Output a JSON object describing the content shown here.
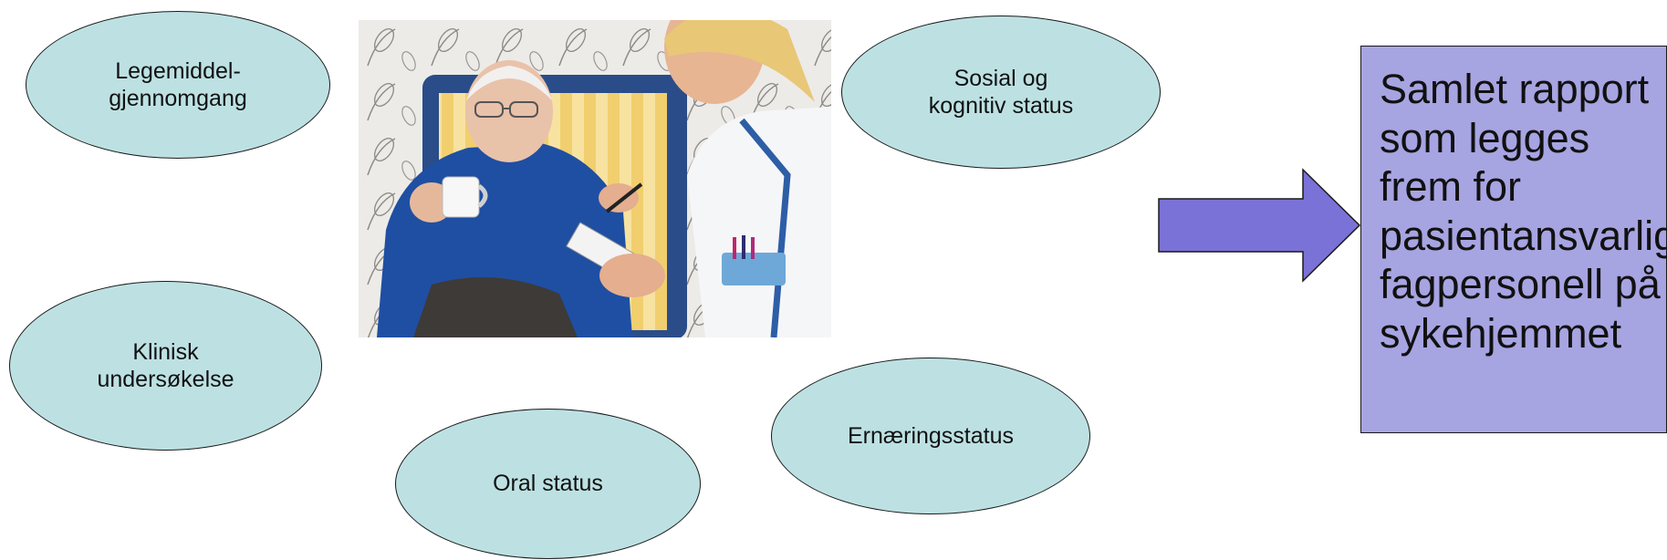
{
  "colors": {
    "ellipse_fill": "#bde1e3",
    "report_fill": "#a7a4e2",
    "arrow_fill": "#7a72d6",
    "outline": "#1a1a1a"
  },
  "photo": {
    "description_icon": "photo-elderly-patient-with-nurse-icon"
  },
  "ellipses": [
    {
      "lines": [
        "Legemiddel-",
        "gjennomgang"
      ]
    },
    {
      "lines": [
        "Sosial og",
        "kognitiv status"
      ]
    },
    {
      "lines": [
        "Klinisk",
        "undersøkelse"
      ]
    },
    {
      "lines": [
        "Ernæringsstatus"
      ]
    },
    {
      "lines": [
        "Oral status"
      ]
    }
  ],
  "arrow": {
    "icon": "right-arrow-icon"
  },
  "report": {
    "lines": [
      "Samlet rapport",
      "som legges",
      "frem for",
      "pasientansvarlig",
      "fagpersonell på",
      "sykehjemmet"
    ]
  }
}
